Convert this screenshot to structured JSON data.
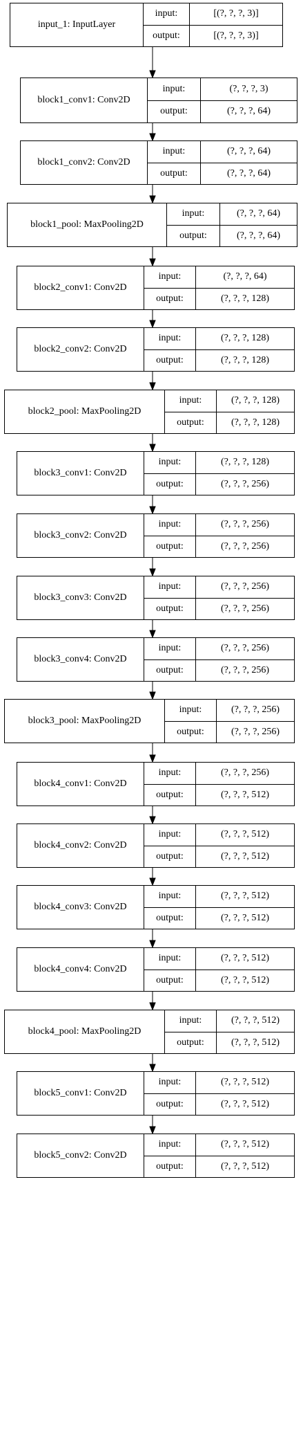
{
  "layers": [
    {
      "name": "input_1: InputLayer",
      "input_label": "input:",
      "output_label": "output:",
      "input": "[(?, ?, ?, 3)]",
      "output": "[(?, ?, ?, 3)]"
    },
    {
      "name": "block1_conv1: Conv2D",
      "input_label": "input:",
      "output_label": "output:",
      "input": "(?, ?, ?, 3)",
      "output": "(?, ?, ?, 64)"
    },
    {
      "name": "block1_conv2: Conv2D",
      "input_label": "input:",
      "output_label": "output:",
      "input": "(?, ?, ?, 64)",
      "output": "(?, ?, ?, 64)"
    },
    {
      "name": "block1_pool: MaxPooling2D",
      "input_label": "input:",
      "output_label": "output:",
      "input": "(?, ?, ?, 64)",
      "output": "(?, ?, ?, 64)"
    },
    {
      "name": "block2_conv1: Conv2D",
      "input_label": "input:",
      "output_label": "output:",
      "input": "(?, ?, ?, 64)",
      "output": "(?, ?, ?, 128)"
    },
    {
      "name": "block2_conv2: Conv2D",
      "input_label": "input:",
      "output_label": "output:",
      "input": "(?, ?, ?, 128)",
      "output": "(?, ?, ?, 128)"
    },
    {
      "name": "block2_pool: MaxPooling2D",
      "input_label": "input:",
      "output_label": "output:",
      "input": "(?, ?, ?, 128)",
      "output": "(?, ?, ?, 128)"
    },
    {
      "name": "block3_conv1: Conv2D",
      "input_label": "input:",
      "output_label": "output:",
      "input": "(?, ?, ?, 128)",
      "output": "(?, ?, ?, 256)"
    },
    {
      "name": "block3_conv2: Conv2D",
      "input_label": "input:",
      "output_label": "output:",
      "input": "(?, ?, ?, 256)",
      "output": "(?, ?, ?, 256)"
    },
    {
      "name": "block3_conv3: Conv2D",
      "input_label": "input:",
      "output_label": "output:",
      "input": "(?, ?, ?, 256)",
      "output": "(?, ?, ?, 256)"
    },
    {
      "name": "block3_conv4: Conv2D",
      "input_label": "input:",
      "output_label": "output:",
      "input": "(?, ?, ?, 256)",
      "output": "(?, ?, ?, 256)"
    },
    {
      "name": "block3_pool: MaxPooling2D",
      "input_label": "input:",
      "output_label": "output:",
      "input": "(?, ?, ?, 256)",
      "output": "(?, ?, ?, 256)"
    },
    {
      "name": "block4_conv1: Conv2D",
      "input_label": "input:",
      "output_label": "output:",
      "input": "(?, ?, ?, 256)",
      "output": "(?, ?, ?, 512)"
    },
    {
      "name": "block4_conv2: Conv2D",
      "input_label": "input:",
      "output_label": "output:",
      "input": "(?, ?, ?, 512)",
      "output": "(?, ?, ?, 512)"
    },
    {
      "name": "block4_conv3: Conv2D",
      "input_label": "input:",
      "output_label": "output:",
      "input": "(?, ?, ?, 512)",
      "output": "(?, ?, ?, 512)"
    },
    {
      "name": "block4_conv4: Conv2D",
      "input_label": "input:",
      "output_label": "output:",
      "input": "(?, ?, ?, 512)",
      "output": "(?, ?, ?, 512)"
    },
    {
      "name": "block4_pool: MaxPooling2D",
      "input_label": "input:",
      "output_label": "output:",
      "input": "(?, ?, ?, 512)",
      "output": "(?, ?, ?, 512)"
    },
    {
      "name": "block5_conv1: Conv2D",
      "input_label": "input:",
      "output_label": "output:",
      "input": "(?, ?, ?, 512)",
      "output": "(?, ?, ?, 512)"
    },
    {
      "name": "block5_conv2: Conv2D",
      "input_label": "input:",
      "output_label": "output:",
      "input": "(?, ?, ?, 512)",
      "output": "(?, ?, ?, 512)"
    }
  ],
  "colors": {
    "stroke": "#000000",
    "fill": "#ffffff"
  }
}
